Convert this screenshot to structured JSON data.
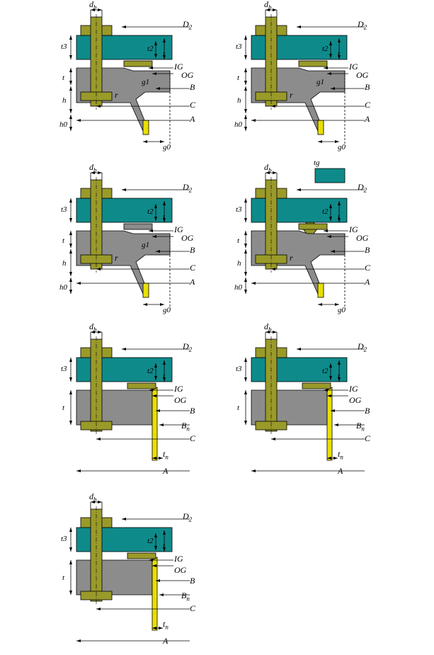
{
  "colors": {
    "teal": "#0f8a8a",
    "gray": "#8c8c8c",
    "bolt": "#9a9a2a",
    "gasket": "#e8e000",
    "line": "#000000"
  },
  "panels": [
    {
      "labels": {
        "db": "d",
        "db_sub": "b",
        "D2": "D",
        "D2_sub": "2",
        "t3": "t3",
        "t2": "t2",
        "t": "t",
        "IG": "IG",
        "OG": "OG",
        "g1": "g1",
        "B": "B",
        "r": "r",
        "C": "C",
        "h": "h",
        "A": "A",
        "h0": "h0",
        "g0": "g0"
      }
    },
    {
      "labels": {
        "db": "d",
        "db_sub": "b",
        "D2": "D",
        "D2_sub": "2",
        "t3": "t3",
        "t2": "t2",
        "t": "t",
        "IG": "IG",
        "OG": "OG",
        "g1": "g1",
        "B": "B",
        "r": "r",
        "C": "C",
        "h": "h",
        "A": "A",
        "h0": "h0",
        "g0": "g0"
      }
    },
    {
      "labels": {
        "db": "d",
        "db_sub": "b",
        "D2": "D",
        "D2_sub": "2",
        "t3": "t3",
        "t2": "t2",
        "t": "t",
        "IG": "IG",
        "OG": "OG",
        "g1": "g1",
        "B": "B",
        "r": "r",
        "C": "C",
        "h": "h",
        "A": "A",
        "h0": "h0",
        "g0": "g0"
      }
    },
    {
      "labels": {
        "db": "d",
        "db_sub": "b",
        "D2": "D",
        "D2_sub": "2",
        "t3": "t3",
        "t2": "t2",
        "t": "t",
        "IG": "IG",
        "OG": "OG",
        "B": "B",
        "r": "r",
        "C": "C",
        "h": "h",
        "A": "A",
        "h0": "h0",
        "g0": "g0",
        "tg": "tg"
      }
    },
    {
      "labels": {
        "db": "d",
        "db_sub": "b",
        "D2": "D",
        "D2_sub": "2",
        "t3": "t3",
        "t2": "t2",
        "t": "t",
        "IG": "IG",
        "OG": "OG",
        "B": "B",
        "Bn": "B",
        "Bn_sub": "n",
        "C": "C",
        "tn": "t",
        "tn_sub": "n",
        "A": "A"
      }
    },
    {
      "labels": {
        "db": "d",
        "db_sub": "b",
        "D2": "D",
        "D2_sub": "2",
        "t3": "t3",
        "t2": "t2",
        "t": "t",
        "IG": "IG",
        "OG": "OG",
        "B": "B",
        "Bn": "B",
        "Bn_sub": "n",
        "C": "C",
        "tn": "t",
        "tn_sub": "n",
        "A": "A"
      }
    },
    {
      "labels": {
        "db": "d",
        "db_sub": "b",
        "D2": "D",
        "D2_sub": "2",
        "t3": "t3",
        "t2": "t2",
        "t": "t",
        "IG": "IG",
        "OG": "OG",
        "B": "B",
        "Bn": "B",
        "Bn_sub": "n",
        "C": "C",
        "tn": "t",
        "tn_sub": "n",
        "A": "A"
      }
    }
  ]
}
